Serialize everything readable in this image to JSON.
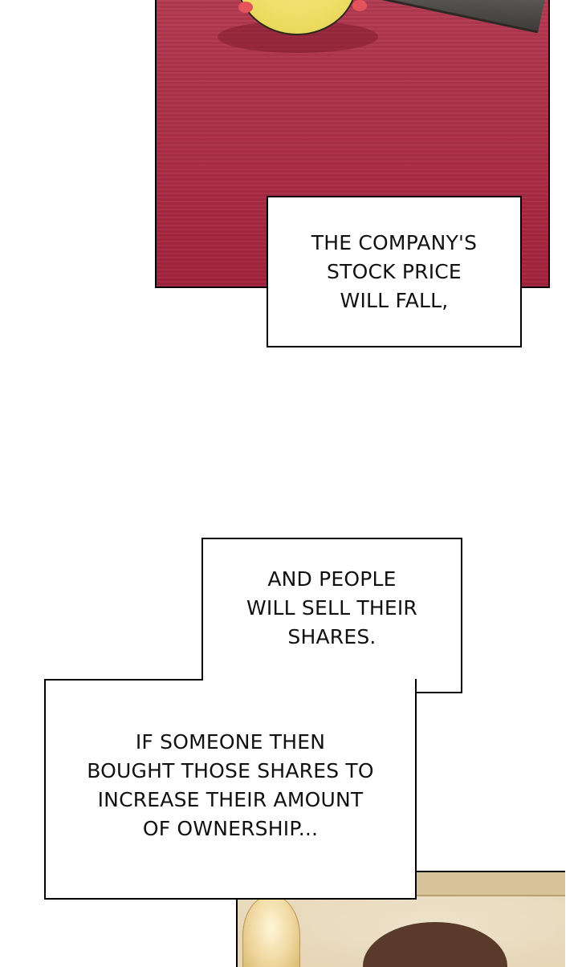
{
  "captions": {
    "box1": {
      "lines": [
        "THE COMPANY'S",
        "STOCK PRICE",
        "WILL FALL,"
      ]
    },
    "box2": {
      "lines": [
        "AND PEOPLE",
        "WILL SELL THEIR",
        "SHARES."
      ]
    },
    "box3": {
      "lines": [
        "IF SOMEONE THEN",
        "BOUGHT THOSE SHARES TO",
        "INCREASE THEIR AMOUNT",
        "OF OWNERSHIP..."
      ]
    }
  },
  "colors": {
    "carpet": "#ab2f47",
    "ball": "#efe06a",
    "wall": "#e6d6b6",
    "border": "#000000",
    "text": "#111111"
  }
}
